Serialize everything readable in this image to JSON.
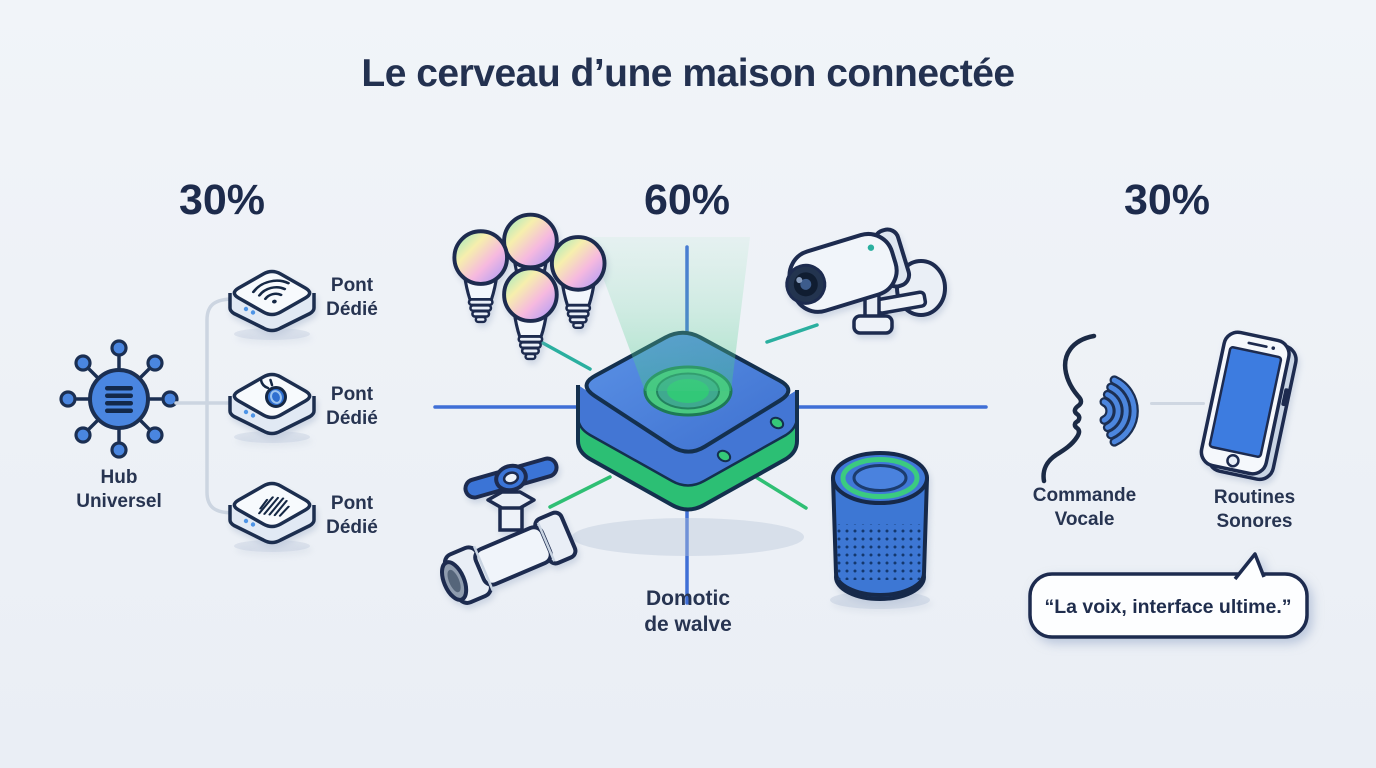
{
  "title": "Le cerveau d’une maison connectée",
  "sections": {
    "left": {
      "percent": "30%",
      "hub_label": "Hub\nUniversel",
      "bridges": [
        {
          "label": "Pont\nDédié",
          "icon": "wifi-bridge-icon"
        },
        {
          "label": "Pont\nDédié",
          "icon": "zigbee-bridge-icon"
        },
        {
          "label": "Pont\nDédié",
          "icon": "rf-signal-bridge-icon"
        }
      ]
    },
    "center": {
      "percent": "60%",
      "caption": "Domotic\nde walve",
      "devices": [
        "smart-bulbs-icon",
        "security-camera-icon",
        "water-valve-icon",
        "smart-speaker-icon"
      ]
    },
    "right": {
      "percent": "30%",
      "voice_label": "Commande\nVocale",
      "phone_label": "Routines\nSonores",
      "quote": "“La voix, interface ultime.”"
    }
  },
  "colors": {
    "background": "#edf1f6",
    "text_dark": "#1e2c4e",
    "hub_blue": "#4479d6",
    "accent_green": "#2cbf74",
    "accent_teal": "#2aaf9f",
    "line_blue": "#3f6fd6",
    "bracket_gray": "#ccd5e1",
    "bulb_pastels": [
      "#8fe6c3",
      "#f6efad",
      "#f6b9df",
      "#c3a4ef"
    ]
  }
}
